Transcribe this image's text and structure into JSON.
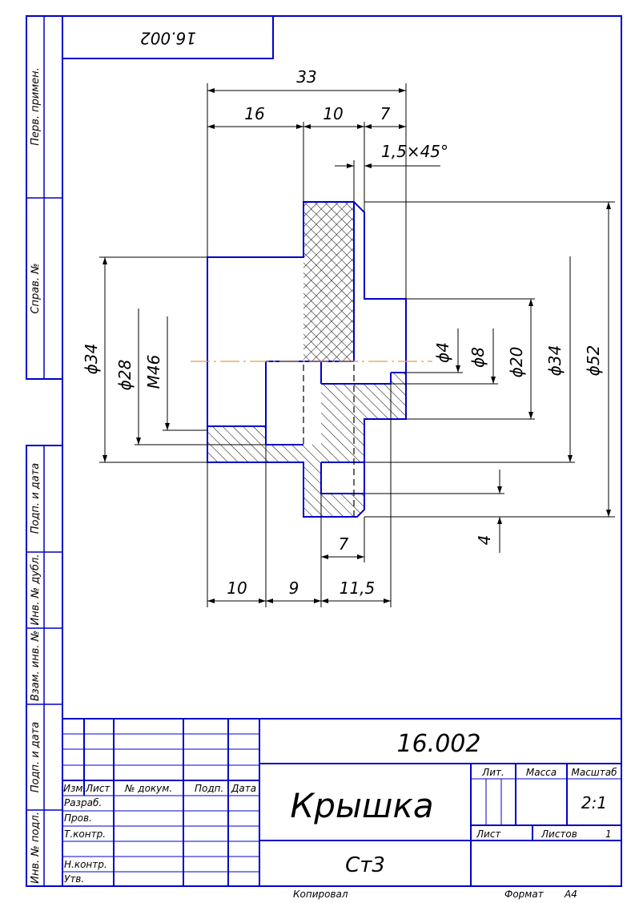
{
  "stamp": {
    "code_top": "16.002",
    "code": "16.002",
    "title": "Крышка",
    "material": "Ст3",
    "headers": {
      "izm": "Изм.",
      "list": "Лист",
      "doc": "№ докум.",
      "sign": "Подп.",
      "date": "Дата"
    },
    "roles": [
      "Разраб.",
      "Пров.",
      "Т.контр.",
      "Н.контр.",
      "Утв."
    ],
    "lit_label": "Лит.",
    "mass_label": "Масса",
    "scale_label": "Масштаб",
    "scale": "2:1",
    "sheet_label": "Лист",
    "sheets_label": "Листов",
    "sheets": "1",
    "copied": "Копировал",
    "format_label": "Формат",
    "format": "A4"
  },
  "side_labels": {
    "perv": "Перв. примен.",
    "sprav": "Справ. №",
    "podp1": "Подп. и дата",
    "inv_dubl": "Инв. № дубл.",
    "vzam": "Взам. инв. №",
    "podp2": "Подп. и дата",
    "inv_podl": "Инв. № подл."
  },
  "dimensions": {
    "d33": "33",
    "d16": "16",
    "d10_top": "10",
    "d7_top": "7",
    "chamfer": "1,5×45°",
    "dia34_left": "ϕ34",
    "dia28": "ϕ28",
    "thread": "M46",
    "dia4": "ϕ4",
    "dia8": "ϕ8",
    "dia20": "ϕ20",
    "dia34_right": "ϕ34",
    "dia52": "ϕ52",
    "d4": "4",
    "d7_bottom": "7",
    "d10_bottom": "10",
    "d9": "9",
    "d11_5": "11,5"
  },
  "colors": {
    "frame": "#0000c8",
    "lines": "#000000",
    "axis": "#e0a040"
  }
}
